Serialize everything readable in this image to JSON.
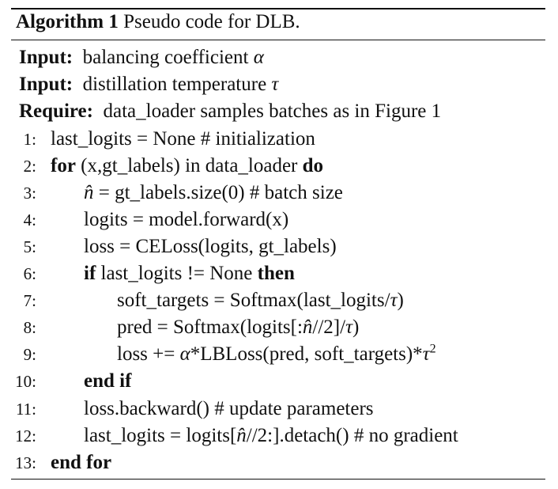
{
  "algorithm": {
    "label": "Algorithm 1",
    "caption": "Pseudo code for DLB."
  },
  "header": {
    "input1_kw": "Input:",
    "input1_text": "balancing coefficient ",
    "input1_sym": "α",
    "input2_kw": "Input:",
    "input2_text": "distillation temperature ",
    "input2_sym": "τ",
    "require_kw": "Require:",
    "require_text": "data_loader samples batches as in Figure 1"
  },
  "lines": [
    {
      "num": "1:",
      "parts": [
        "last_logits = None # initialization"
      ]
    },
    {
      "num": "2:",
      "parts": [
        "for",
        " (x,gt_labels) in data_loader ",
        "do"
      ]
    },
    {
      "num": "3:",
      "parts": [
        "n̂",
        " = gt_labels.size(0) # batch size"
      ]
    },
    {
      "num": "4:",
      "parts": [
        "logits = model.forward(x)"
      ]
    },
    {
      "num": "5:",
      "parts": [
        "loss = CELoss(logits, gt_labels)"
      ]
    },
    {
      "num": "6:",
      "parts": [
        "if",
        " last_logits != None ",
        "then"
      ]
    },
    {
      "num": "7:",
      "parts": [
        "soft_targets = Softmax(last_logits/",
        "τ",
        ")"
      ]
    },
    {
      "num": "8:",
      "parts": [
        "pred = Softmax(logits[:",
        "n̂",
        "//2]/",
        "τ",
        ")"
      ]
    },
    {
      "num": "9:",
      "parts": [
        "loss += ",
        "α",
        "*LBLoss(pred, soft_targets)*",
        "τ",
        "2"
      ]
    },
    {
      "num": "10:",
      "parts": [
        "end if"
      ]
    },
    {
      "num": "11:",
      "parts": [
        "loss.backward() # update parameters"
      ]
    },
    {
      "num": "12:",
      "parts": [
        "last_logits = logits[",
        "n̂",
        "//2:].detach() # no gradient"
      ]
    },
    {
      "num": "13:",
      "parts": [
        "end for"
      ]
    }
  ]
}
